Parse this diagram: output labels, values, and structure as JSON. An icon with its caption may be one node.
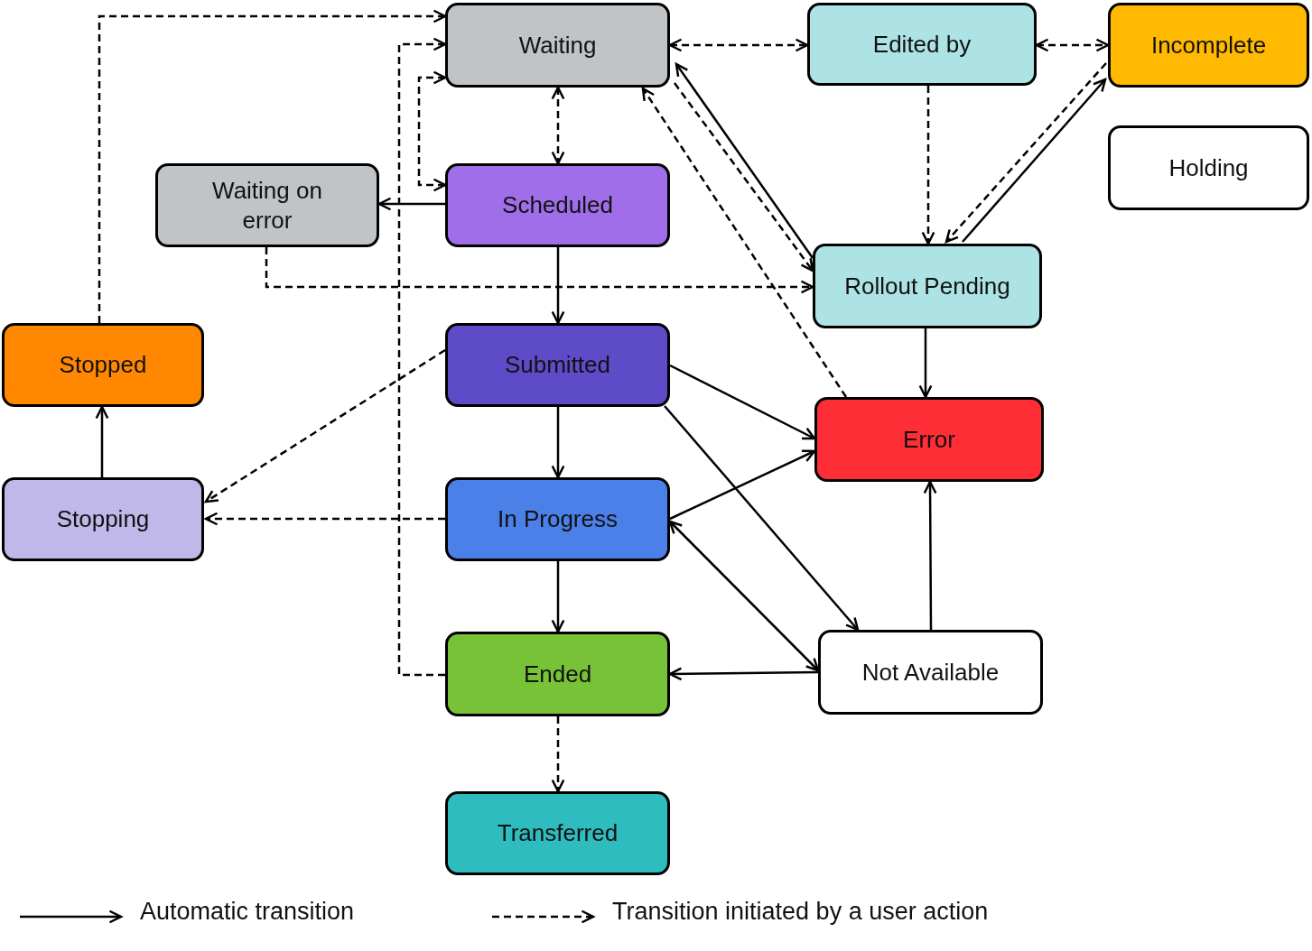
{
  "diagram": {
    "nodes": [
      {
        "text": [
          "Waiting"
        ]
      },
      {
        "text": [
          "Edited by"
        ]
      },
      {
        "text": [
          "Incomplete"
        ]
      },
      {
        "text": [
          "Holding"
        ]
      },
      {
        "text": [
          "Waiting on error"
        ]
      },
      {
        "text": [
          "Scheduled"
        ]
      },
      {
        "text": [
          "Rollout Pending"
        ]
      },
      {
        "text": [
          "Stopped"
        ]
      },
      {
        "text": [
          "Submitted"
        ]
      },
      {
        "text": [
          "Error"
        ]
      },
      {
        "text": [
          "Stopping"
        ]
      },
      {
        "text": [
          "In Progress"
        ]
      },
      {
        "text": [
          "Not Available"
        ]
      },
      {
        "text": [
          "Ended"
        ]
      },
      {
        "text": [
          "Transferred"
        ]
      }
    ],
    "edges": [
      {
        "from": 7,
        "to": 0,
        "arrow": "to",
        "style": "dashed"
      },
      {
        "from": 13,
        "to": 0,
        "arrow": "to",
        "style": "dashed"
      },
      {
        "from": 5,
        "to": 0,
        "arrow": "both",
        "style": "dashed"
      },
      {
        "from": 0,
        "to": 5,
        "arrow": "both",
        "style": "dashed"
      },
      {
        "from": 0,
        "to": 1,
        "arrow": "both",
        "style": "dashed"
      },
      {
        "from": 1,
        "to": 2,
        "arrow": "both",
        "style": "dashed"
      },
      {
        "from": 6,
        "to": 0,
        "arrow": "to"
      },
      {
        "from": 0,
        "to": 6,
        "arrow": "to",
        "style": "dashed"
      },
      {
        "from": 9,
        "to": 0,
        "arrow": "to",
        "style": "dashed"
      },
      {
        "from": 1,
        "to": 6,
        "arrow": "to",
        "style": "dashed"
      },
      {
        "from": 2,
        "to": 6,
        "arrow": "to",
        "style": "dashed"
      },
      {
        "from": 6,
        "to": 2,
        "arrow": "to"
      },
      {
        "from": 5,
        "to": 4,
        "arrow": "to"
      },
      {
        "from": 4,
        "to": 6,
        "arrow": "to",
        "style": "dashed"
      },
      {
        "from": 5,
        "to": 8,
        "arrow": "to"
      },
      {
        "from": 6,
        "to": 9,
        "arrow": "to"
      },
      {
        "from": 8,
        "to": 10,
        "arrow": "to",
        "style": "dashed"
      },
      {
        "from": 8,
        "to": 9,
        "arrow": "to"
      },
      {
        "from": 8,
        "to": 12,
        "arrow": "to"
      },
      {
        "from": 8,
        "to": 11,
        "arrow": "to"
      },
      {
        "from": 11,
        "to": 9,
        "arrow": "to"
      },
      {
        "from": 11,
        "to": 12,
        "arrow": "both"
      },
      {
        "from": 11,
        "to": 10,
        "arrow": "to",
        "style": "dashed"
      },
      {
        "from": 11,
        "to": 13,
        "arrow": "to"
      },
      {
        "from": 12,
        "to": 9,
        "arrow": "to"
      },
      {
        "from": 12,
        "to": 13,
        "arrow": "to"
      },
      {
        "from": 13,
        "to": 14,
        "arrow": "to",
        "style": "dashed"
      },
      {
        "from": 10,
        "to": 7,
        "arrow": "to"
      }
    ],
    "legend": [
      {
        "text": "Automatic transition"
      },
      {
        "text": "Transition initiated by a user action"
      }
    ]
  }
}
